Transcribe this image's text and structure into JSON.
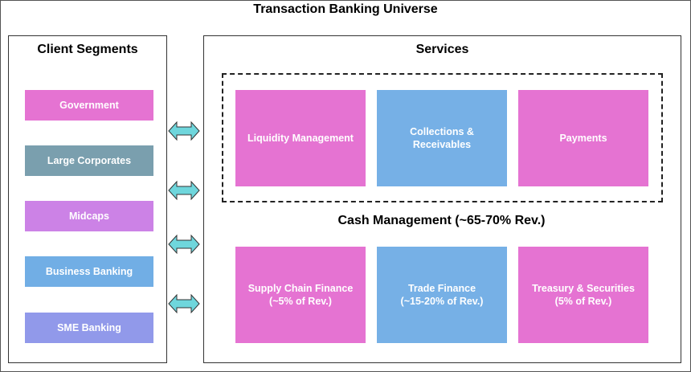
{
  "title": "Transaction Banking Universe",
  "client_segments": {
    "heading": "Client Segments",
    "items": [
      {
        "label": "Government",
        "color": "#e573d2"
      },
      {
        "label": "Large Corporates",
        "color": "#7a9fae"
      },
      {
        "label": "Midcaps",
        "color": "#cc82e6"
      },
      {
        "label": "Business Banking",
        "color": "#71aee5"
      },
      {
        "label": "SME Banking",
        "color": "#9199ea"
      }
    ]
  },
  "services": {
    "heading": "Services",
    "cash_management": {
      "label": "Cash Management (~65-70% Rev.)",
      "items": [
        {
          "label": "Liquidity Management",
          "color": "#e573d2"
        },
        {
          "label": "Collections &\nReceivables",
          "color": "#76b0e6"
        },
        {
          "label": "Payments",
          "color": "#e573d2"
        }
      ]
    },
    "other": [
      {
        "label": "Supply Chain Finance\n(~5% of Rev.)",
        "color": "#e573d2"
      },
      {
        "label": "Trade Finance\n(~15-20% of Rev.)",
        "color": "#76b0e6"
      },
      {
        "label": "Treasury & Securities\n(5% of Rev.)",
        "color": "#e573d2"
      }
    ]
  },
  "arrow_color": "#6fd6dc"
}
